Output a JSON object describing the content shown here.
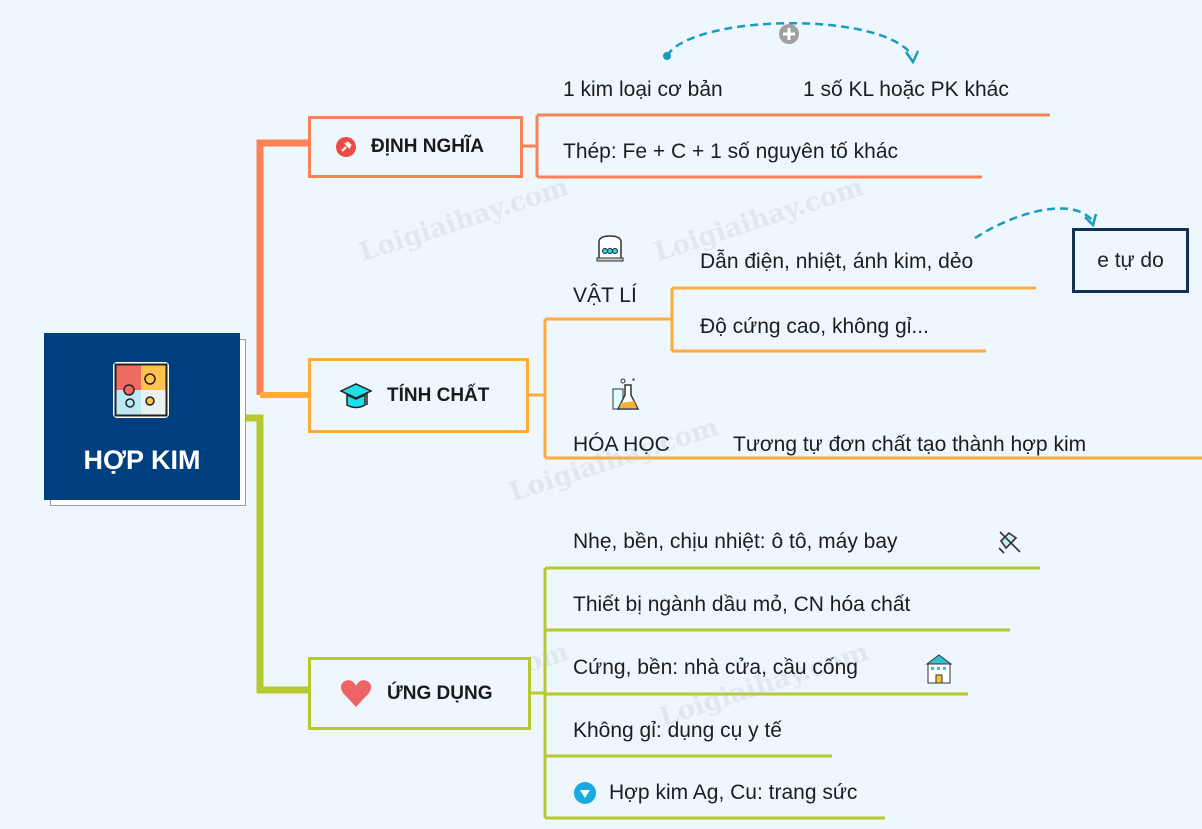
{
  "root": {
    "title": "HỢP KIM",
    "icon": "puzzle-icon"
  },
  "topics": [
    {
      "label": "ĐỊNH NGHĨA",
      "icon": "pushpin-icon",
      "color": "#fa8256",
      "children": [
        "1 kim loại cơ bản",
        "1 số KL hoặc PK khác",
        "Thép: Fe + C + 1 số nguyên tố khác"
      ]
    },
    {
      "label": "TÍNH CHẤT",
      "icon": "graduation-cap-icon",
      "color": "#ffab3a",
      "physical": {
        "label": "VẬT LÍ",
        "icon": "newtons-cradle-icon",
        "children": [
          "Dẫn điện, nhiệt, ánh kim, dẻo",
          "Độ cứng cao, không gỉ..."
        ],
        "note": "e tự do"
      },
      "chemical": {
        "label": "HÓA HỌC",
        "icon": "flask-icon",
        "children": [
          "Tương tự đơn chất tạo thành hợp kim"
        ]
      }
    },
    {
      "label": "ỨNG DỤNG",
      "icon": "heart-icon",
      "color": "#b7c92c",
      "children": [
        "Nhẹ, bền, chịu nhiệt: ô tô, máy bay",
        "Thiết bị ngành dầu mỏ, CN hóa chất",
        "Cứng, bền: nhà cửa, cầu cống",
        "Không gỉ: dụng cụ y tế",
        "Hợp kim Ag, Cu: trang sức"
      ]
    }
  ],
  "watermark": "Loigiaihay.com",
  "colors": {
    "root": "#003f7d",
    "note_border": "#12304f",
    "relation": "#1a9bbf"
  }
}
